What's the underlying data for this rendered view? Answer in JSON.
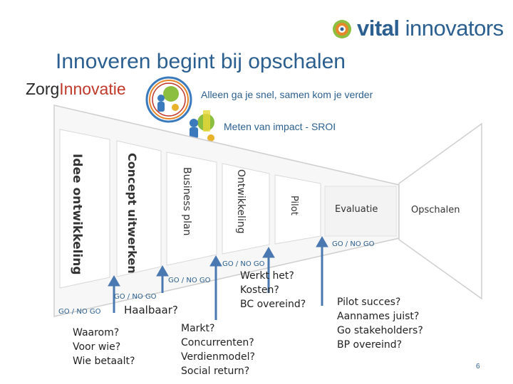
{
  "header": {
    "brand_prefix": "vital",
    "brand_suffix": "innovators",
    "title": "Innoveren begint bij opschalen",
    "zorg_logo_part1": "Zorg",
    "zorg_logo_part2": "Innovatie"
  },
  "subtitles": {
    "line1": "Alleen ga je snel, samen kom je verder",
    "line2": "Meten van impact - SROI"
  },
  "funnel": {
    "stages": [
      "Idee ontwikkeling",
      "Concept uitwerken",
      "Business plan",
      "Ontwikkeling",
      "Pilot",
      "Evaluatie",
      "Opschalen"
    ]
  },
  "gates": [
    "GO / NO GO",
    "GO / NO GO",
    "GO / NO GO",
    "GO / NO GO",
    "GO / NO GO"
  ],
  "notes": {
    "haalbaar": "Haalbaar?",
    "waarom": "Waarom?\nVoor wie?\nWie betaalt?",
    "markt": "Markt?\nConcurrenten?\nVerdienmodel?\nSocial return?",
    "werkt": "Werkt het?\nKosten?\nBC overeind?",
    "pilot": "Pilot succes?\nAannames juist?\nGo stakeholders?\nBP overeind?"
  },
  "page_number": "6",
  "colors": {
    "brand_blue": "#2b5f8f",
    "arrow_blue": "#4a78b0",
    "logo_green": "#8cbf3f",
    "logo_orange": "#e8862a"
  }
}
